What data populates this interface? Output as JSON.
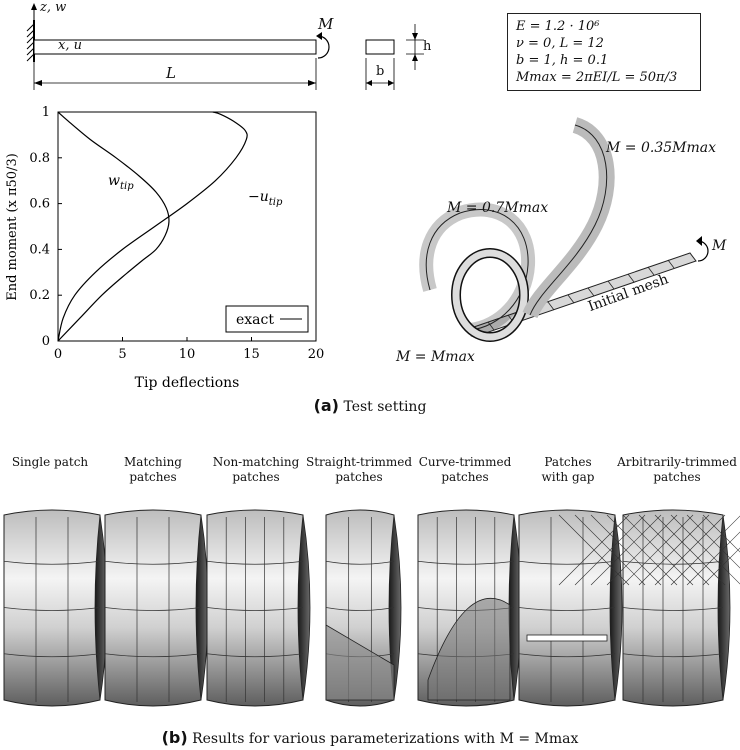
{
  "schematic": {
    "axis_z_label": "z, w",
    "axis_x_label": "x, u",
    "moment_label": "M",
    "length_label": "L",
    "width_label": "b",
    "height_label": "h"
  },
  "params": {
    "line1": "E = 1.2 · 10⁶",
    "line2": "ν = 0,   L = 12",
    "line3": "b = 1,   h = 0.1",
    "line4": "Mmax = 2πEI/L = 50π/3"
  },
  "chart_data": {
    "type": "line",
    "xlabel": "Tip deflections",
    "ylabel": "End moment (x π50/3)",
    "xlim": [
      0,
      20
    ],
    "ylim": [
      0,
      1
    ],
    "xticks": [
      "0",
      "5",
      "10",
      "15",
      "20"
    ],
    "yticks": [
      "0",
      "0.2",
      "0.4",
      "0.6",
      "0.8",
      "1"
    ],
    "legend": {
      "label": "exact",
      "placement": "bottom-right"
    },
    "series": [
      {
        "name": "w_tip",
        "x": [
          0,
          1.7,
          3.4,
          5.0,
          6.5,
          7.6,
          8.3,
          8.6,
          8.4,
          7.6,
          6.3,
          4.5,
          2.5,
          0.8,
          0
        ],
        "y": [
          0,
          0.1,
          0.2,
          0.28,
          0.35,
          0.4,
          0.46,
          0.52,
          0.58,
          0.65,
          0.72,
          0.8,
          0.88,
          0.96,
          1.0
        ]
      },
      {
        "name": "-u_tip",
        "x": [
          0,
          0.4,
          1.3,
          2.9,
          5.0,
          7.5,
          10.0,
          12.2,
          13.8,
          14.6,
          14.5,
          13.6,
          12.6,
          12.0
        ],
        "y": [
          0,
          0.1,
          0.2,
          0.3,
          0.4,
          0.5,
          0.6,
          0.7,
          0.8,
          0.88,
          0.92,
          0.96,
          0.99,
          1.0
        ]
      }
    ],
    "annotations": [
      "w",
      "tip",
      "−u",
      "tip"
    ]
  },
  "deformed": {
    "label_035": "M = 0.35Mmax",
    "label_07": "M = 0.7Mmax",
    "label_max": "M = Mmax",
    "label_initial": "Initial mesh",
    "moment": "M"
  },
  "caption_a": {
    "letter": "(a)",
    "text": "Test setting"
  },
  "rings": [
    {
      "line1": "Single patch",
      "line2": ""
    },
    {
      "line1": "Matching",
      "line2": "patches"
    },
    {
      "line1": "Non-matching",
      "line2": "patches"
    },
    {
      "line1": "Straight-trimmed",
      "line2": "patches"
    },
    {
      "line1": "Curve-trimmed",
      "line2": "patches"
    },
    {
      "line1": "Patches",
      "line2": "with gap"
    },
    {
      "line1": "Arbitrarily-trimmed",
      "line2": "patches"
    }
  ],
  "caption_b": {
    "letter": "(b)",
    "text": "Results for various parameterizations with M = Mmax"
  }
}
